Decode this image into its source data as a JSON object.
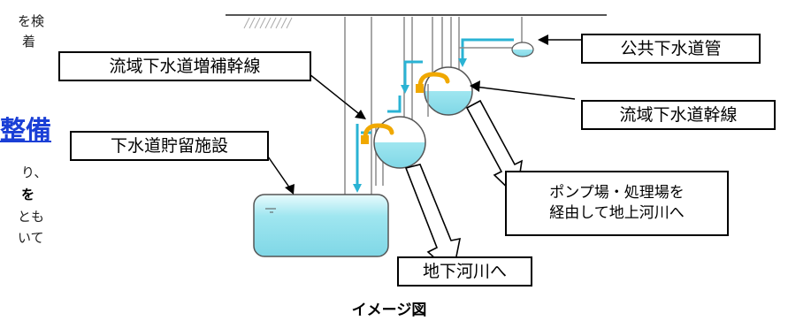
{
  "left_text": {
    "line1": "を検",
    "line2": "着",
    "heading": "整備",
    "line3": "り、",
    "line4": "を",
    "line5": "とも",
    "line6": "いて"
  },
  "labels": {
    "public_sewer": "公共下水道管",
    "reinforcement_trunk": "流域下水道増補幹線",
    "storage_facility": "下水道貯留施設",
    "trunk_line": "流域下水道幹線",
    "pump_line1": "ポンプ場・処理場を",
    "pump_line2": "経由して地上河川へ",
    "underground_river": "地下河川へ"
  },
  "caption": "イメージ図",
  "colors": {
    "water": "#9fe6f0",
    "water_dark": "#2ab3d4",
    "flow_arrow": "#2ab3d4",
    "pump": "#f0a800",
    "heading": "#1a3fd6"
  }
}
